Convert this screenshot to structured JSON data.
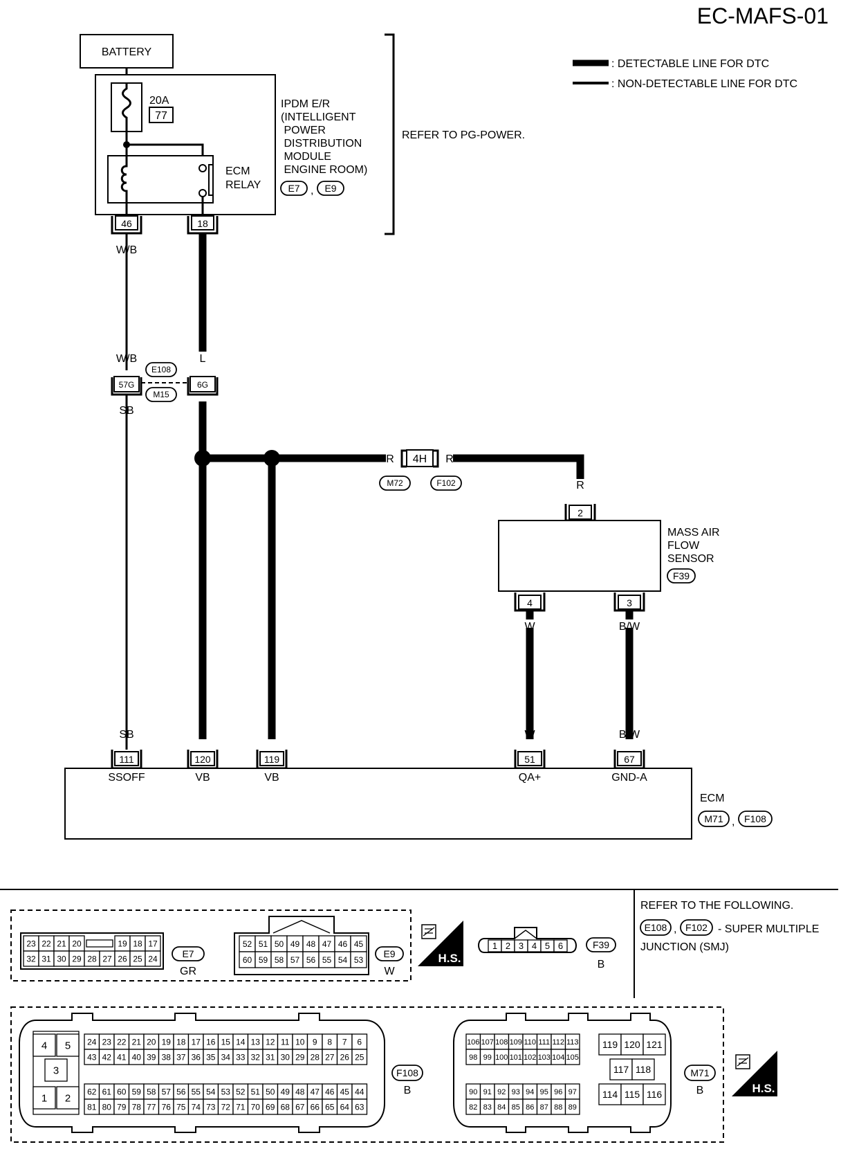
{
  "page_code": "EC-MAFS-01",
  "legend": {
    "detectable": ": DETECTABLE LINE FOR DTC",
    "non_detectable": ": NON-DETECTABLE LINE FOR DTC"
  },
  "battery": "BATTERY",
  "fuse": {
    "rating": "20A",
    "number": "77"
  },
  "ecm_relay": [
    "ECM",
    "RELAY"
  ],
  "ipdm": {
    "lines": [
      "IPDM E/R",
      "(INTELLIGENT",
      " POWER",
      " DISTRIBUTION",
      " MODULE",
      " ENGINE ROOM)"
    ],
    "connectors": [
      "E7",
      "E9"
    ]
  },
  "refer_power": "REFER TO PG-POWER.",
  "ipdm_pins": [
    "46",
    "18"
  ],
  "wires": {
    "wb": "W/B",
    "l": "L",
    "sb": "SB",
    "r": "R",
    "w": "W",
    "bw": "B/W"
  },
  "junction": {
    "pins": [
      "57G",
      "6G"
    ],
    "connectors": [
      "E108",
      "M15"
    ]
  },
  "inline_connector": {
    "pin": "4H",
    "connectors": [
      "M72",
      "F102"
    ]
  },
  "maf": {
    "lines": [
      "MASS AIR",
      "FLOW",
      "SENSOR"
    ],
    "connector": "F39",
    "pins": {
      "supply": "2",
      "signal": "4",
      "ground": "3"
    }
  },
  "ecm": {
    "title": "ECM",
    "connectors": [
      "M71",
      "F108"
    ],
    "pins": [
      {
        "pin": "111",
        "label": "SSOFF"
      },
      {
        "pin": "120",
        "label": "VB"
      },
      {
        "pin": "119",
        "label": "VB"
      },
      {
        "pin": "51",
        "label": "QA+"
      },
      {
        "pin": "67",
        "label": "GND-A"
      }
    ]
  },
  "refer_following": {
    "line1": "REFER TO THE FOLLOWING.",
    "connectors": [
      "E108",
      "F102"
    ],
    "suffix": "- SUPER MULTIPLE",
    "line3": "JUNCTION (SMJ)"
  },
  "connector_views": {
    "e7": {
      "id": "E7",
      "color": "GR",
      "top": [
        "23",
        "22",
        "21",
        "20",
        "19",
        "18",
        "17"
      ],
      "bottom": [
        "32",
        "31",
        "30",
        "29",
        "28",
        "27",
        "26",
        "25",
        "24"
      ]
    },
    "e9": {
      "id": "E9",
      "color": "W",
      "top": [
        "52",
        "51",
        "50",
        "49",
        "48",
        "47",
        "46",
        "45"
      ],
      "bottom": [
        "60",
        "59",
        "58",
        "57",
        "56",
        "55",
        "54",
        "53"
      ]
    },
    "f39": {
      "id": "F39",
      "color": "B",
      "pins": [
        "1",
        "2",
        "3",
        "4",
        "5",
        "6"
      ]
    },
    "f108": {
      "id": "F108",
      "color": "B",
      "small": [
        "4",
        "5",
        "3",
        "1",
        "2"
      ],
      "r1": [
        "24",
        "23",
        "22",
        "21",
        "20",
        "19",
        "18",
        "17",
        "16",
        "15",
        "14",
        "13",
        "12",
        "11",
        "10",
        "9",
        "8",
        "7",
        "6"
      ],
      "r2": [
        "43",
        "42",
        "41",
        "40",
        "39",
        "38",
        "37",
        "36",
        "35",
        "34",
        "33",
        "32",
        "31",
        "30",
        "29",
        "28",
        "27",
        "26",
        "25"
      ],
      "r3": [
        "62",
        "61",
        "60",
        "59",
        "58",
        "57",
        "56",
        "55",
        "54",
        "53",
        "52",
        "51",
        "50",
        "49",
        "48",
        "47",
        "46",
        "45",
        "44"
      ],
      "r4": [
        "81",
        "80",
        "79",
        "78",
        "77",
        "76",
        "75",
        "74",
        "73",
        "72",
        "71",
        "70",
        "69",
        "68",
        "67",
        "66",
        "65",
        "64",
        "63"
      ]
    },
    "m71": {
      "id": "M71",
      "color": "B",
      "r1": [
        "106",
        "107",
        "108",
        "109",
        "110",
        "111",
        "112",
        "113"
      ],
      "r2": [
        "98",
        "99",
        "100",
        "101",
        "102",
        "103",
        "104",
        "105"
      ],
      "r3": [
        "90",
        "91",
        "92",
        "93",
        "94",
        "95",
        "96",
        "97"
      ],
      "r4": [
        "82",
        "83",
        "84",
        "85",
        "86",
        "87",
        "88",
        "89"
      ],
      "big_top": [
        "119",
        "120",
        "121"
      ],
      "big_mid": [
        "117",
        "118"
      ],
      "big_bot": [
        "114",
        "115",
        "116"
      ]
    }
  },
  "hs": "H.S."
}
